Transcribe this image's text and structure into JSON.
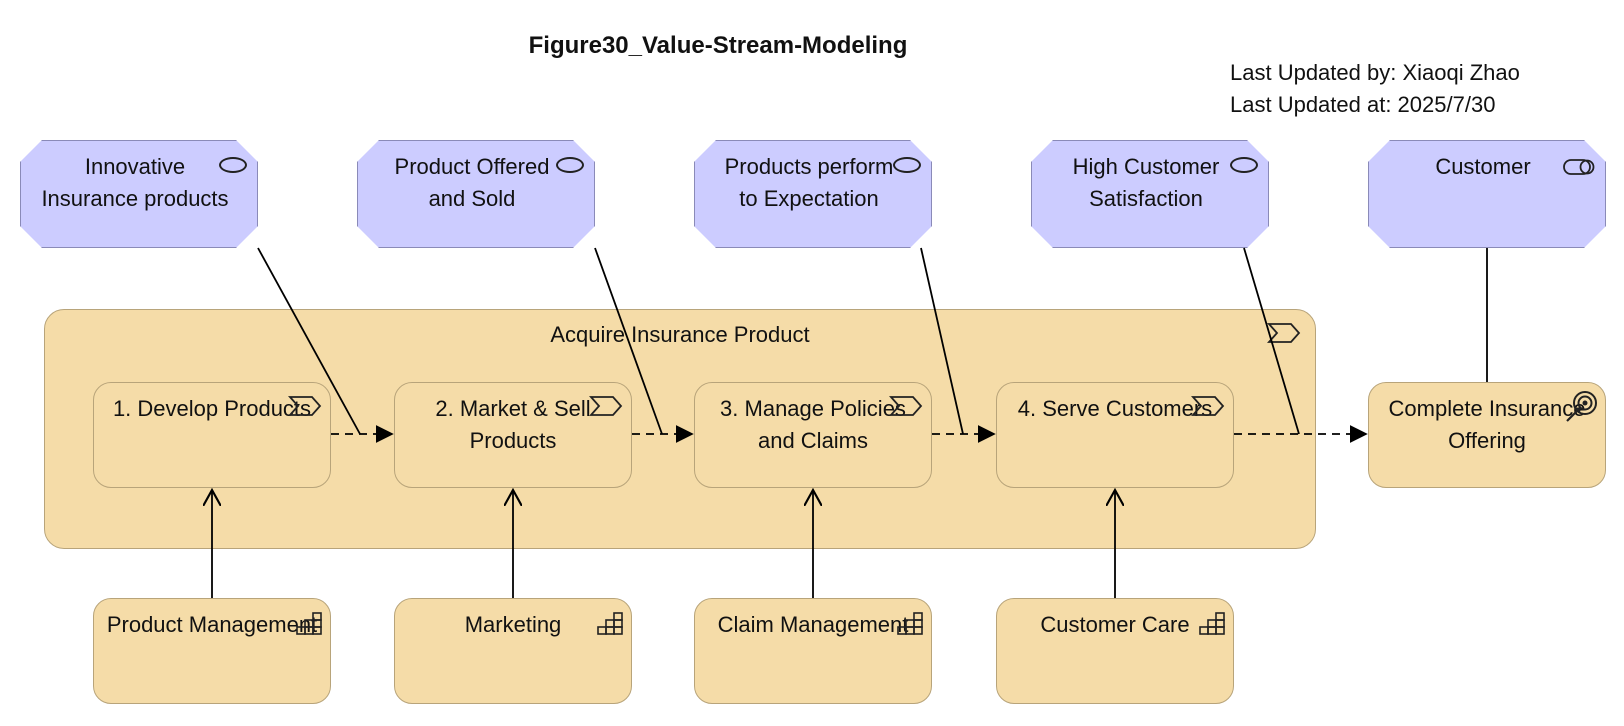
{
  "title": "Figure30_Value-Stream-Modeling",
  "meta": {
    "updated_by": "Last Updated by: Xiaoqi Zhao",
    "updated_at": "Last Updated at: 2025/7/30"
  },
  "outcomes": [
    {
      "label": "Innovative Insurance products",
      "icon": "ellipse-icon"
    },
    {
      "label": "Product Offered and Sold",
      "icon": "ellipse-icon"
    },
    {
      "label": "Products perform to Expectation",
      "icon": "ellipse-icon"
    },
    {
      "label": "High Customer Satisfaction",
      "icon": "ellipse-icon"
    },
    {
      "label": "Customer",
      "icon": "role-icon"
    }
  ],
  "value_stream": {
    "label": "Acquire Insurance Product",
    "icon": "value-stream-icon"
  },
  "stages": [
    {
      "label": "1. Develop Products"
    },
    {
      "label": "2. Market & Sell Products"
    },
    {
      "label": "3. Manage Policies and Claims"
    },
    {
      "label": "4. Serve Customers"
    }
  ],
  "result": {
    "label": "Complete Insurance Offering",
    "icon": "goal-icon"
  },
  "capabilities": [
    {
      "label": "Product Management",
      "icon": "capability-icon"
    },
    {
      "label": "Marketing",
      "icon": "capability-icon"
    },
    {
      "label": "Claim Management",
      "icon": "capability-icon"
    },
    {
      "label": "Customer Care",
      "icon": "capability-icon"
    }
  ],
  "colors": {
    "outcome_fill": "#ccccff",
    "stream_fill": "#f5dca8",
    "border": "#b8a47a"
  }
}
